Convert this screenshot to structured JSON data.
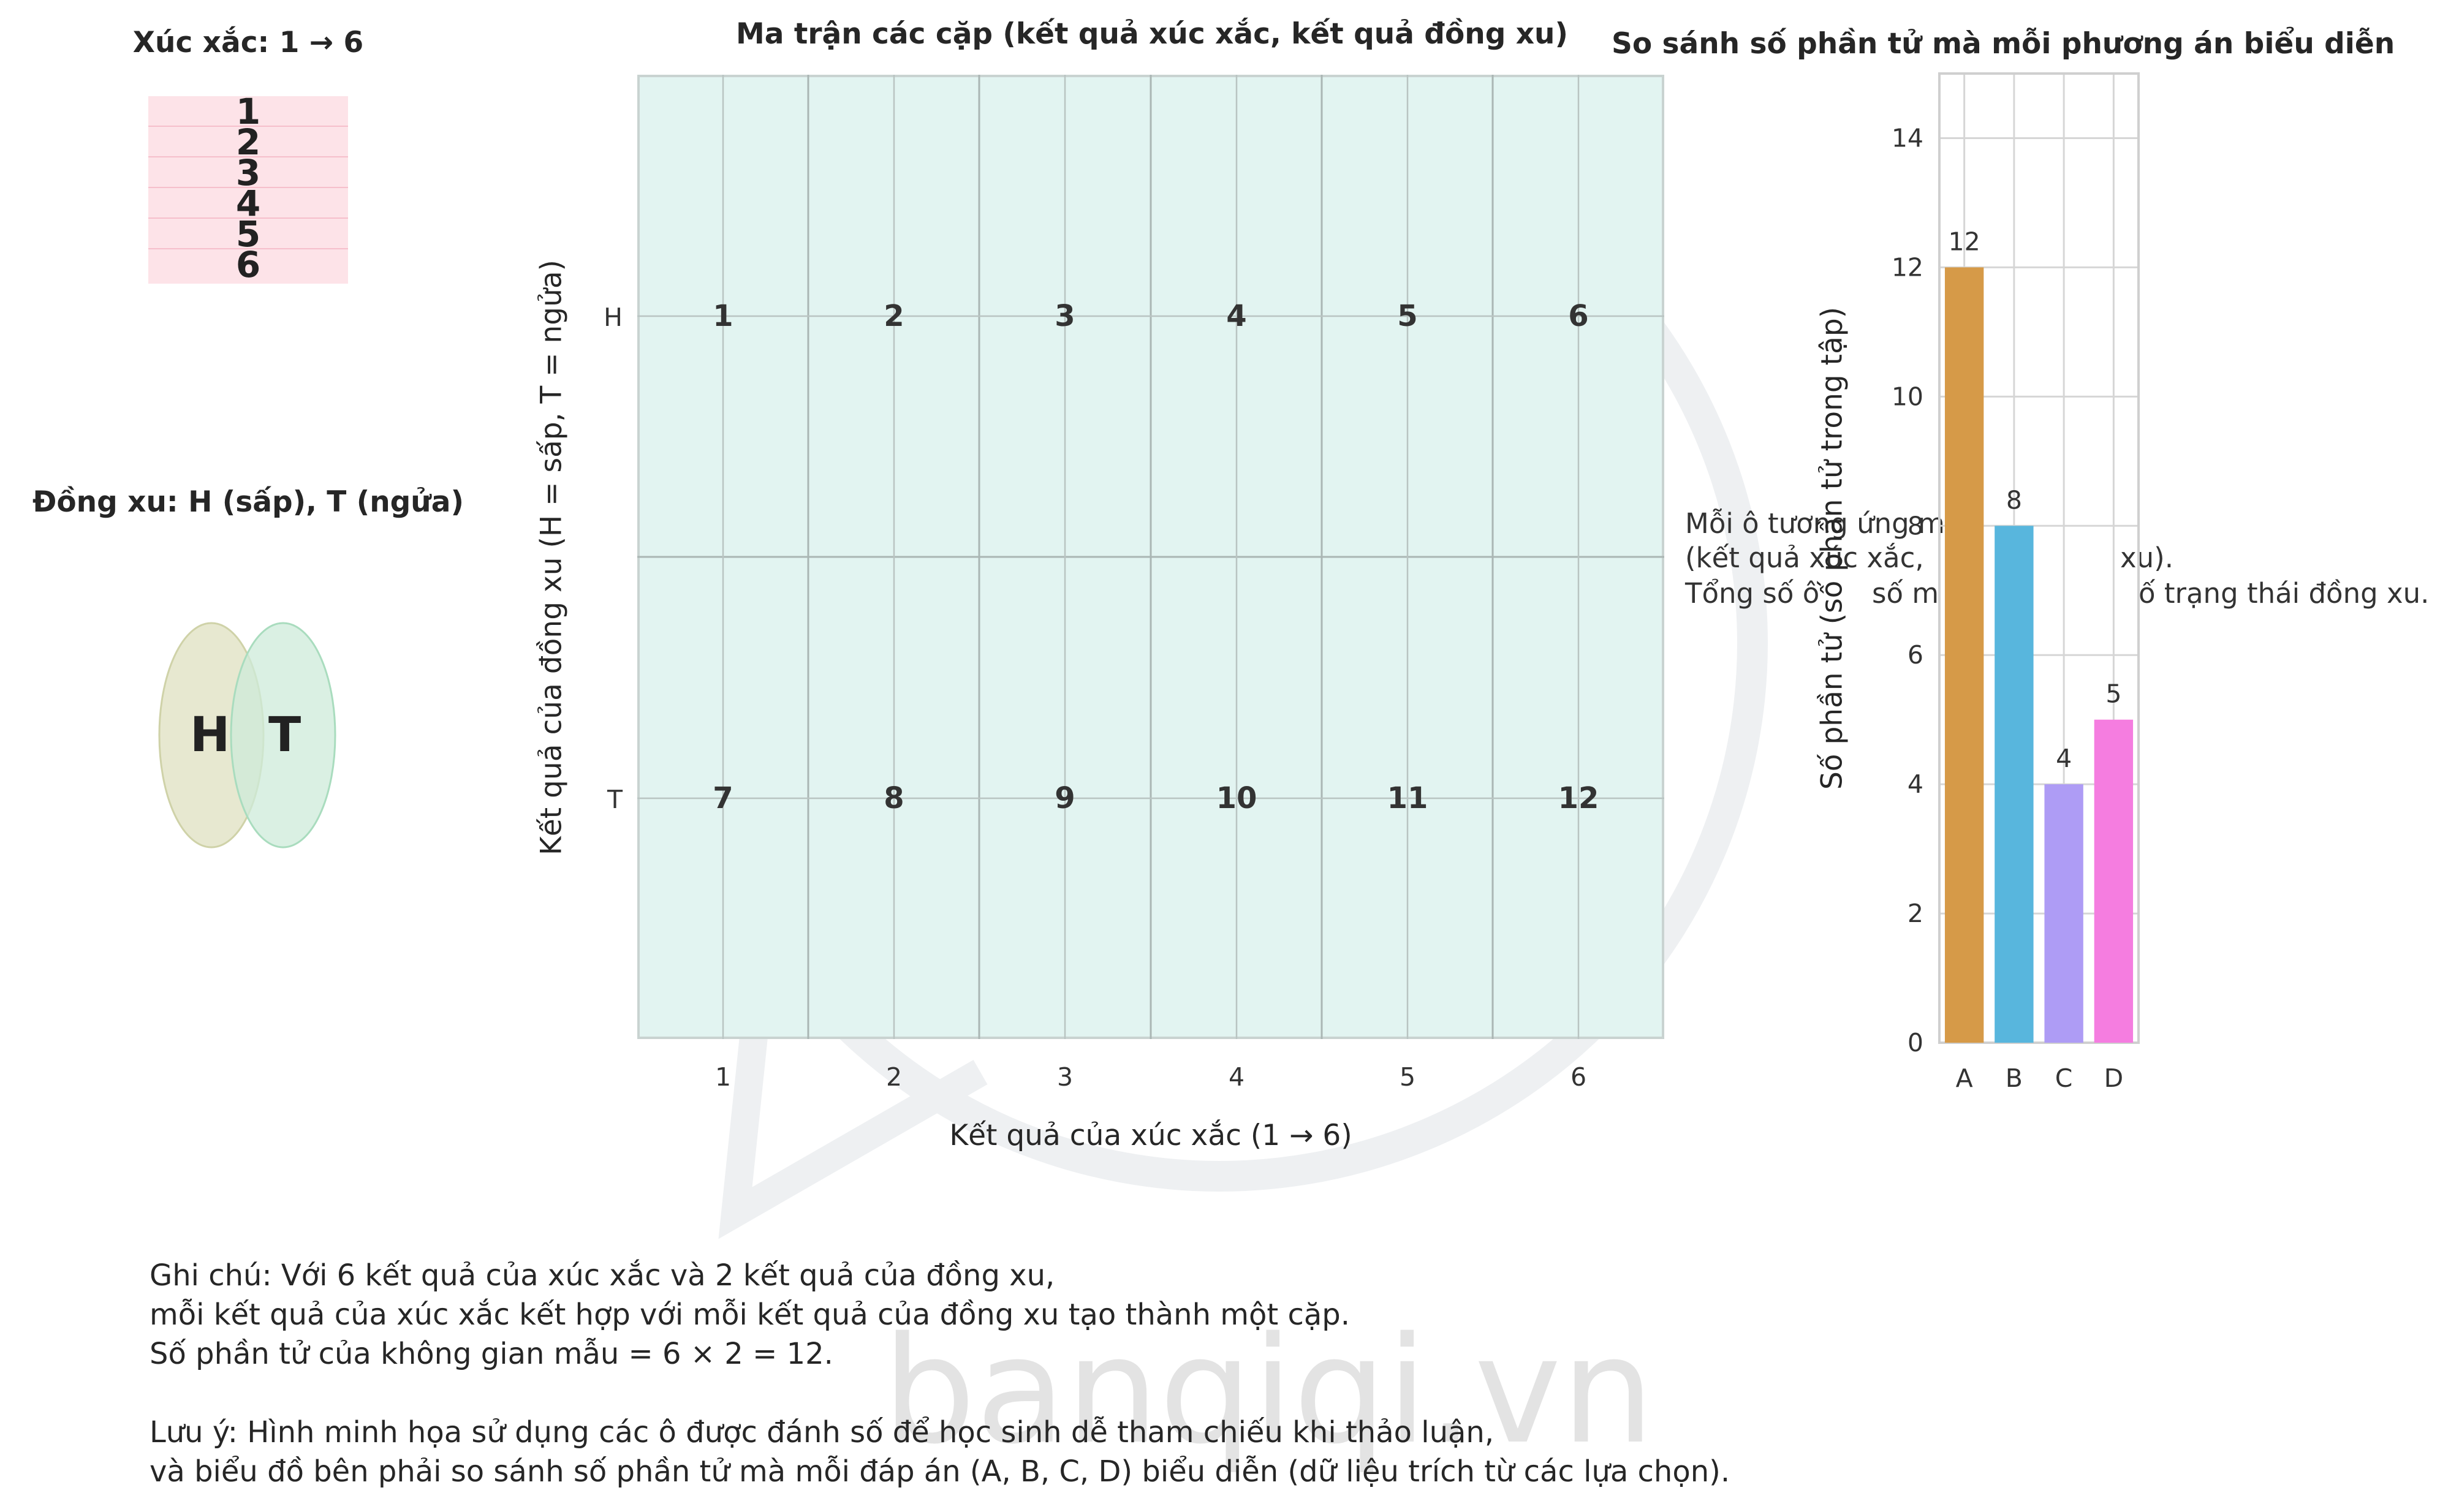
{
  "dice_panel": {
    "title": "Xúc xắc: 1 → 6",
    "faces": [
      "1",
      "2",
      "3",
      "4",
      "5",
      "6"
    ]
  },
  "coin_panel": {
    "title": "Đồng xu: H (sấp), T (ngửa)",
    "faces": [
      "H",
      "T"
    ],
    "colors": [
      "#e3e4c8",
      "#cdebd9"
    ]
  },
  "matrix_panel": {
    "title": "Ma trận các cặp (kết quả xúc xắc, kết quả đồng xu)",
    "xlabel": "Kết quả của xúc xắc (1 → 6)",
    "ylabel": "Kết quả của đồng xu (H = sấp, T = ngửa)",
    "x_ticks": [
      "1",
      "2",
      "3",
      "4",
      "5",
      "6"
    ],
    "y_ticks": [
      "H",
      "T"
    ],
    "cells": [
      [
        "1",
        "2",
        "3",
        "4",
        "5",
        "6"
      ],
      [
        "7",
        "8",
        "9",
        "10",
        "11",
        "12"
      ]
    ],
    "side_note": [
      "Mỗi ô tương ứng m",
      "(kết quả xúc xắc,",
      "xu).",
      "Tổng số ô",
      "số m",
      "ố trạng thái đồng xu."
    ]
  },
  "chart_data": {
    "type": "bar",
    "title": "So sánh số phần tử mà mỗi phương án biểu diễn",
    "xlabel": "",
    "ylabel": "Số phần tử (số phần tử trong tập)",
    "categories": [
      "A",
      "B",
      "C",
      "D"
    ],
    "values": [
      12,
      8,
      4,
      5
    ],
    "colors": [
      "#d69a48",
      "#58b6dd",
      "#ae9cf5",
      "#f57de0"
    ],
    "ylim": [
      0,
      15
    ],
    "yticks": [
      0,
      2,
      4,
      6,
      8,
      10,
      12,
      14
    ],
    "grid": true,
    "value_labels": [
      "12",
      "8",
      "4",
      "5"
    ]
  },
  "notes": {
    "lines": [
      "Ghi chú: Với 6 kết quả của xúc xắc và 2 kết quả của đồng xu,",
      "mỗi kết quả của xúc xắc kết hợp với mỗi kết quả của đồng xu tạo thành một cặp.",
      "Số phần tử của không gian mẫu = 6 × 2 = 12.",
      "",
      "Lưu ý: Hình minh họa sử dụng các ô được đánh số để học sinh dễ tham chiếu khi thảo luận,",
      "và biểu đồ bên phải so sánh số phần tử mà mỗi đáp án (A, B, C, D) biểu diễn (dữ liệu trích từ các lựa chọn)."
    ]
  },
  "watermark": {
    "text": "banqiqi.vn"
  }
}
